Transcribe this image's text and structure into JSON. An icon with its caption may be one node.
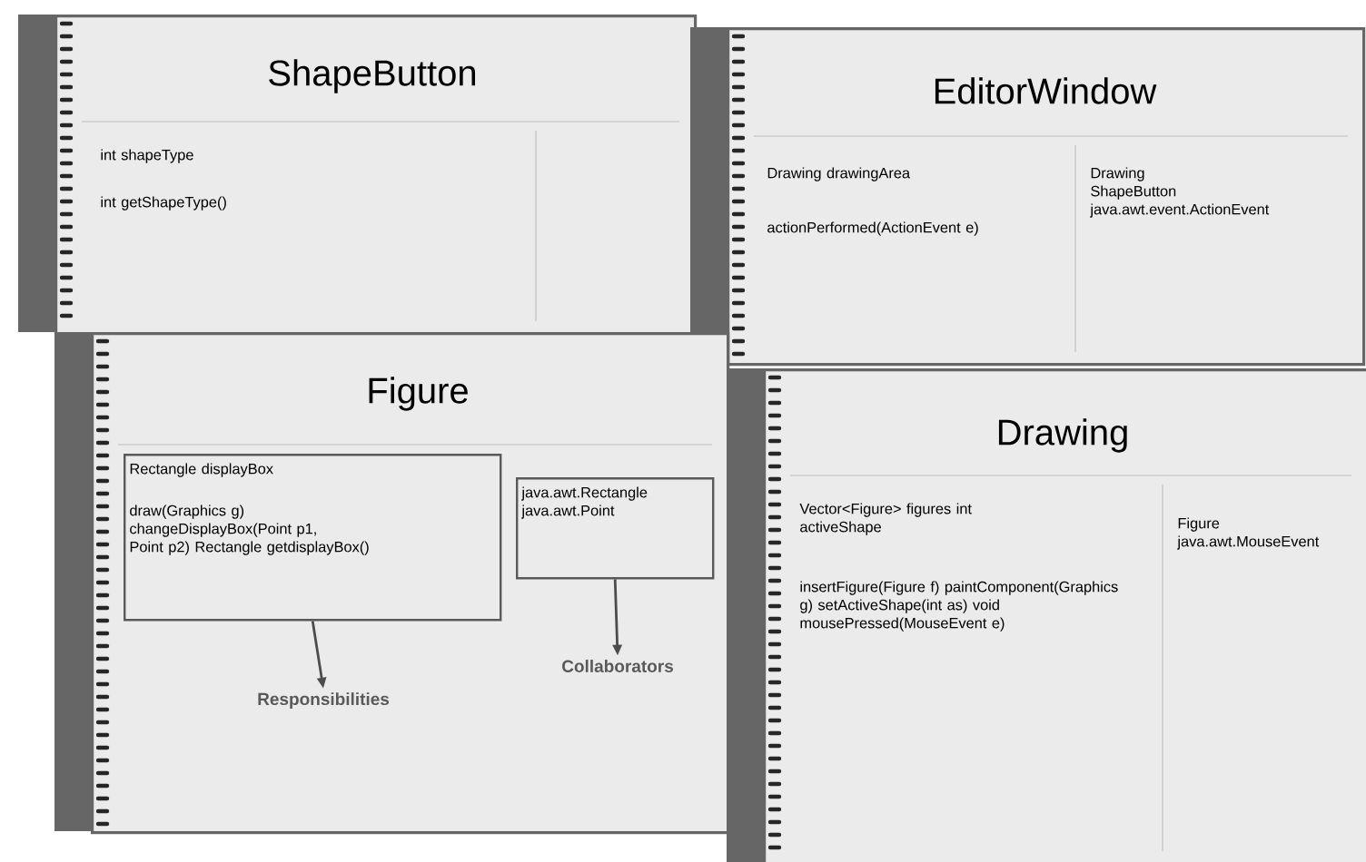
{
  "diagram": {
    "nodes": [
      {
        "text": [
          "ShapeButton",
          "int shapeType",
          "int getShapeType()"
        ]
      },
      {
        "text": [
          "EditorWindow",
          "Drawing drawingArea",
          "actionPerformed(ActionEvent e)",
          "Drawing ShapeButton java.awt.event.ActionEvent"
        ]
      },
      {
        "text": [
          "Figure"
        ]
      },
      {
        "text": [
          "Rectangle displayBox",
          "draw(Graphics g) changeDisplayBox(Point p1, Point p2) Rectangle getdisplayBox()"
        ],
        "in": 2
      },
      {
        "text": [
          "java.awt.Rectangle java.awt.Point"
        ],
        "in": 2
      },
      {
        "text": [
          "Responsibilities"
        ],
        "in": 2
      },
      {
        "text": [
          "Collaborators"
        ],
        "in": 2
      },
      {
        "text": [
          "Drawing",
          "Vector<Figure> figures int activeShape",
          "insertFigure(Figure f) paintComponent(Graphics g) setActiveShape(int as) void mousePressed(MouseEvent e)",
          "Figure java.awt.MouseEvent"
        ]
      }
    ],
    "edges": [
      {
        "from": 3,
        "to": 5,
        "arrow": "to"
      },
      {
        "from": 4,
        "to": 6,
        "arrow": "to"
      }
    ]
  }
}
